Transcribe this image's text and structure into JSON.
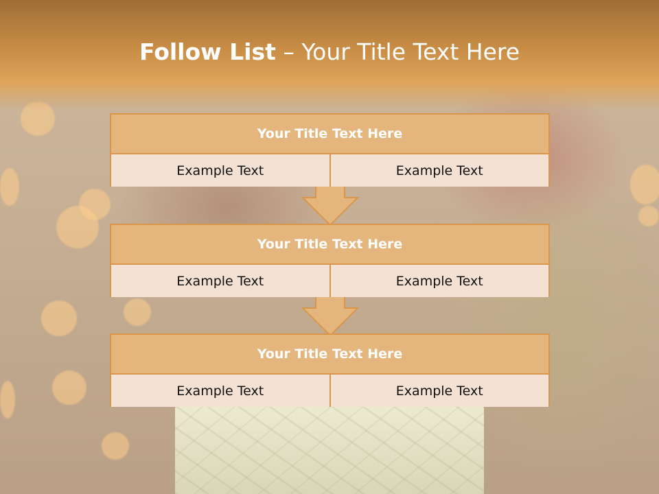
{
  "slide": {
    "title_bold": "Follow List",
    "title_rest": " – Your Title Text Here"
  },
  "blocks": [
    {
      "title": "Your Title Text Here",
      "left_text": "Example Text",
      "right_text": "Example Text"
    },
    {
      "title": "Your Title Text Here",
      "left_text": "Example Text",
      "right_text": "Example Text"
    },
    {
      "title": "Your Title Text Here",
      "left_text": "Example Text",
      "right_text": "Example Text"
    }
  ],
  "colors": {
    "header_accent": "#c98d45",
    "block_title_fill": "#e4b67d",
    "block_cell_fill": "#f3e1d4",
    "border": "#d9964a",
    "arrow_fill": "#e4b67d"
  },
  "icons": [
    "down-arrow-icon",
    "down-arrow-icon"
  ]
}
